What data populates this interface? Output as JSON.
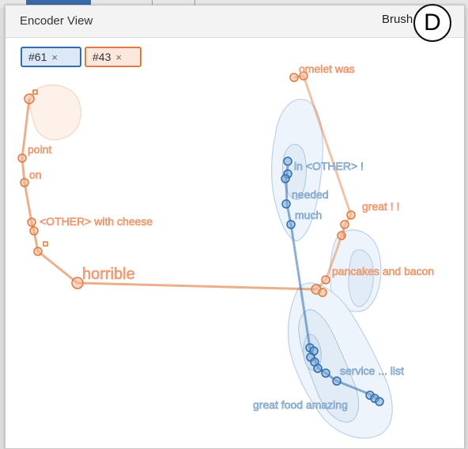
{
  "panel": {
    "title": "Encoder View",
    "brush_label": "Brush",
    "corner_letter": "D"
  },
  "tags": [
    {
      "label": "#61",
      "close": "×"
    },
    {
      "label": "#43",
      "close": "×"
    }
  ],
  "colors": {
    "blue": "#2f6db0",
    "orange": "#e07a3e"
  },
  "words_orange": {
    "omelet": "omelet was",
    "point": "point",
    "on": "on",
    "with_cheese": "<OTHER> with cheese",
    "horrible": "horrible",
    "great": "great ! !",
    "excl": "!",
    "pancakes": "pancakes and bacon"
  },
  "words_blue": {
    "in_other": "in <OTHER> !",
    "needed": "needed",
    "much": "much",
    "service": "service ... list",
    "great_food": "great food amazing"
  }
}
